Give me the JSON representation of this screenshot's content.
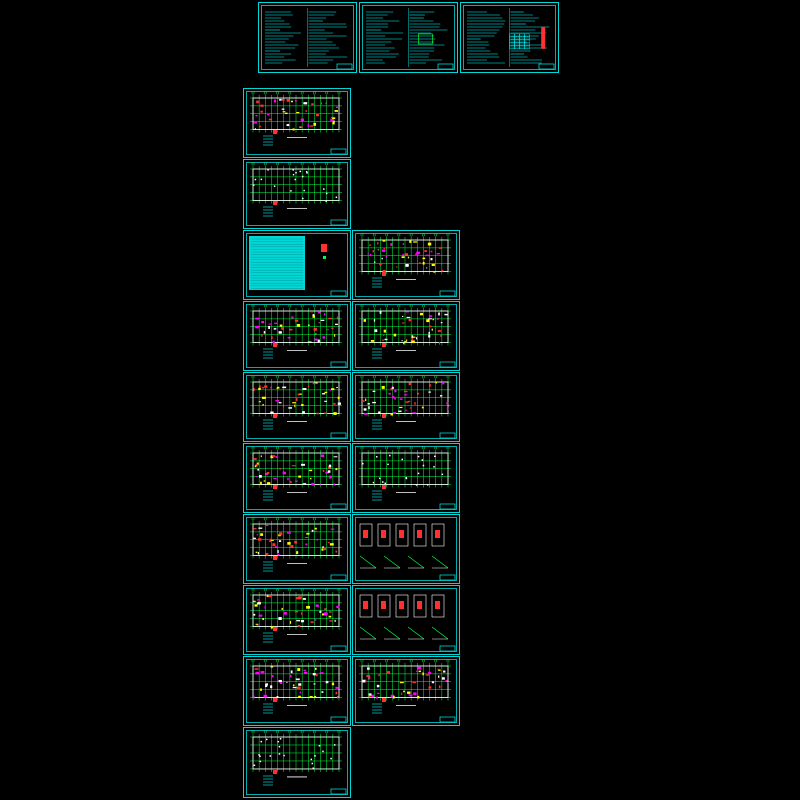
{
  "viewer": {
    "background_color": "#000000",
    "frame_color": "#00d7d7",
    "line_colors": {
      "grid": "#00ff40",
      "wall": "#ffffff",
      "highlight": "#ff3030",
      "accent": "#ff00ff",
      "text": "#00ffff",
      "yellow": "#ffff00"
    }
  },
  "sheets": [
    {
      "id": "notes-1",
      "kind": "notes"
    },
    {
      "id": "notes-2",
      "kind": "notes-detail"
    },
    {
      "id": "notes-3",
      "kind": "notes-table"
    },
    {
      "id": "plan-col-a-1",
      "kind": "plan"
    },
    {
      "id": "plan-col-a-2",
      "kind": "plan-grid"
    },
    {
      "id": "legend-table",
      "kind": "legend"
    },
    {
      "id": "plan-col-b-1",
      "kind": "plan"
    },
    {
      "id": "plan-col-a-3",
      "kind": "plan"
    },
    {
      "id": "plan-col-b-2",
      "kind": "plan"
    },
    {
      "id": "plan-col-a-4",
      "kind": "plan"
    },
    {
      "id": "plan-col-b-3",
      "kind": "plan"
    },
    {
      "id": "plan-col-a-5",
      "kind": "plan"
    },
    {
      "id": "plan-col-b-4",
      "kind": "plan-grid"
    },
    {
      "id": "plan-col-a-6",
      "kind": "plan"
    },
    {
      "id": "detail-col-b-5",
      "kind": "details"
    },
    {
      "id": "plan-col-a-7",
      "kind": "plan"
    },
    {
      "id": "detail-col-b-6",
      "kind": "details"
    },
    {
      "id": "plan-col-a-8",
      "kind": "plan"
    },
    {
      "id": "plan-col-b-7",
      "kind": "plan"
    },
    {
      "id": "plan-col-a-9",
      "kind": "plan-grid"
    }
  ]
}
